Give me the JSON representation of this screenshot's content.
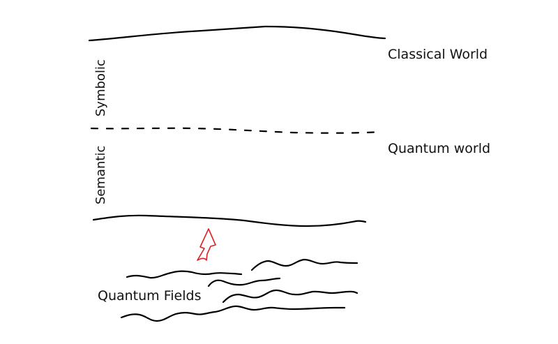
{
  "labels": {
    "classical": "Classical World",
    "quantum_world": "Quantum world",
    "symbolic": "Symbolic",
    "semantic": "Semantic",
    "quantum_fields": "Quantum Fields"
  },
  "colors": {
    "line": "#000000",
    "arrow": "#dd1f26",
    "text": "#111111",
    "background": "#ffffff"
  }
}
